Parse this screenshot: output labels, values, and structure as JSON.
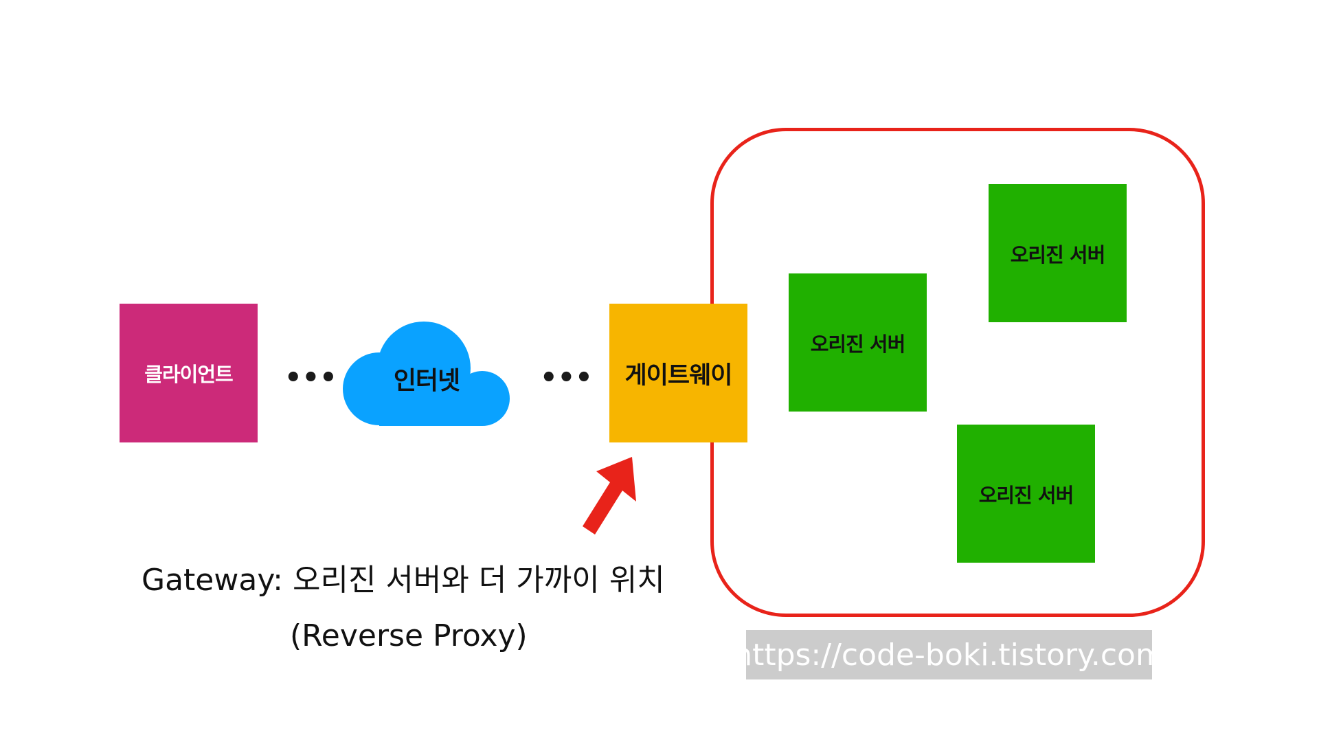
{
  "colors": {
    "client_fill": "#cc2a79",
    "client_text": "#ffffff",
    "internet_fill": "#0aa2ff",
    "gateway_fill": "#f7b500",
    "origin_fill": "#20b000",
    "group_border": "#e8231a",
    "arrow": "#e8231a",
    "watermark_bg": "#cccccc"
  },
  "nodes": {
    "client": "클라이언트",
    "internet": "인터넷",
    "gateway": "게이트웨이",
    "origin_server_1": "오리진 서버",
    "origin_server_2": "오리진 서버",
    "origin_server_3": "오리진 서버"
  },
  "connectors": {
    "client_to_internet": "•••",
    "internet_to_gateway": "•••"
  },
  "caption": {
    "line1": "Gateway: 오리진 서버와 더 가까이 위치",
    "line2": "(Reverse Proxy)"
  },
  "watermark": "https://code-boki.tistory.com",
  "icons": {
    "cloud": "cloud-icon",
    "arrow": "arrow-up-right-icon"
  }
}
